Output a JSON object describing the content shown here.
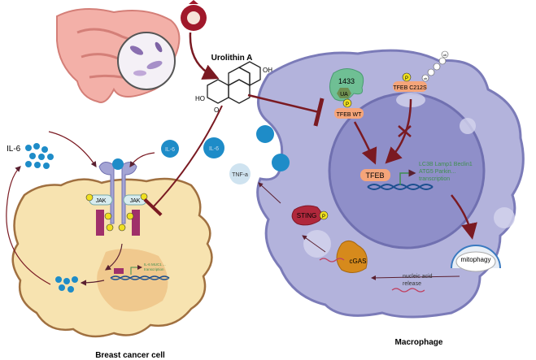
{
  "compound": {
    "name": "Urolithin A",
    "oh1": "OH",
    "oh2": "HO",
    "ketone": "O"
  },
  "macrophage": {
    "label": "Macrophage",
    "protein_1433": "1433",
    "ua": "UA",
    "phospho": "P",
    "tfeb_wt": "TFEB WT",
    "tfeb_mut": "TFEB C212S",
    "ub": "ub",
    "tfeb": "TFEB",
    "genes_line1": "LC3B Lamp1 Beclin1",
    "genes_line2": "ATG5 Parkin...",
    "genes_line3": "transcription",
    "mitophagy": "mitophagy",
    "nucleic_line1": "nucleic acid",
    "nucleic_line2": "release",
    "cgas": "cGAS",
    "sting": "STING"
  },
  "cytokines": {
    "il6_free": "IL-6",
    "il6_a": "IL-6",
    "il6_b": "IL-6",
    "tnfa": "TNF-a"
  },
  "cancer_cell": {
    "label": "Breast cancer cell",
    "jak": "JAK",
    "genes_line1": "IL-6 MUC1 ...",
    "genes_line2": "transcription"
  },
  "colors": {
    "arrow": "#7a1a22",
    "macrophage": "#b3b3dc",
    "nucleus": "#8f8fc9",
    "cancer": "#f7e3b0",
    "il6": "#1e8cc8",
    "tfeb": "#f5a57a"
  }
}
